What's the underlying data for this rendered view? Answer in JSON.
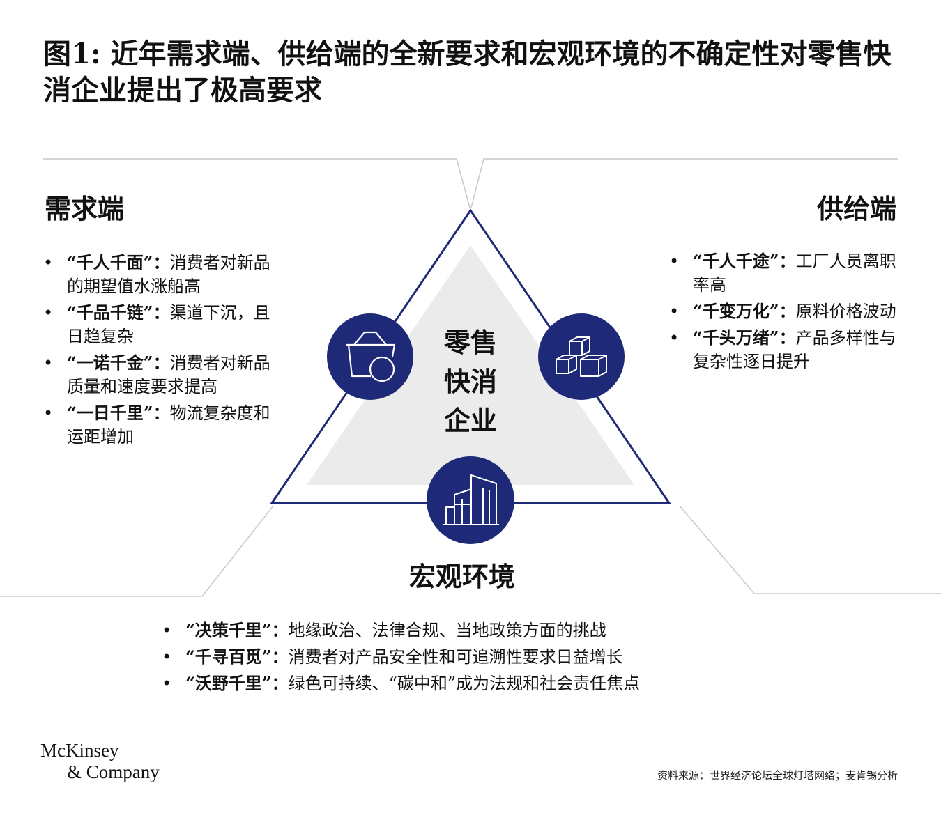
{
  "title": "图1: 近年需求端、供给端的全新要求和宏观环境的不确定性对零售快消企业提出了极高要求",
  "demand": {
    "heading": "需求端",
    "items": [
      {
        "key": "“千人千面”：",
        "text": "消费者对新品的期望值水涨船高"
      },
      {
        "key": "“千品千链”：",
        "text": "渠道下沉，且日趋复杂"
      },
      {
        "key": "“一诺千金”：",
        "text": "消费者对新品质量和速度要求提高"
      },
      {
        "key": "“一日千里”：",
        "text": "物流复杂度和运距增加"
      }
    ]
  },
  "supply": {
    "heading": "供给端",
    "items": [
      {
        "key": "“千人千途”：",
        "text": "工厂人员离职率高"
      },
      {
        "key": "“千变万化”：",
        "text": "原料价格波动"
      },
      {
        "key": "“千头万绪”：",
        "text": "产品多样性与复杂性逐日提升"
      }
    ]
  },
  "macro": {
    "heading": "宏观环境",
    "items": [
      {
        "key": "“决策千里”：",
        "text": "地缘政治、法律合规、当地政策方面的挑战"
      },
      {
        "key": "“千寻百觅”：",
        "text": "消费者对产品安全性和可追溯性要求日益增长"
      },
      {
        "key": "“沃野千里”：",
        "text": "绿色可持续、“碳中和”成为法规和社会责任焦点"
      }
    ]
  },
  "center": {
    "line1": "零售",
    "line2": "快消",
    "line3": "企业"
  },
  "icons": {
    "demand": "shopping-basket-icon",
    "supply": "boxes-icon",
    "macro": "buildings-icon"
  },
  "logo": {
    "line1": "McKinsey",
    "line2": "& Company"
  },
  "source": "资料来源：世界经济论坛全球灯塔网络；麦肯锡分析",
  "colors": {
    "navy": "#1e2a78",
    "gray_fill": "#ebebeb",
    "divider": "#c8c8c8"
  }
}
